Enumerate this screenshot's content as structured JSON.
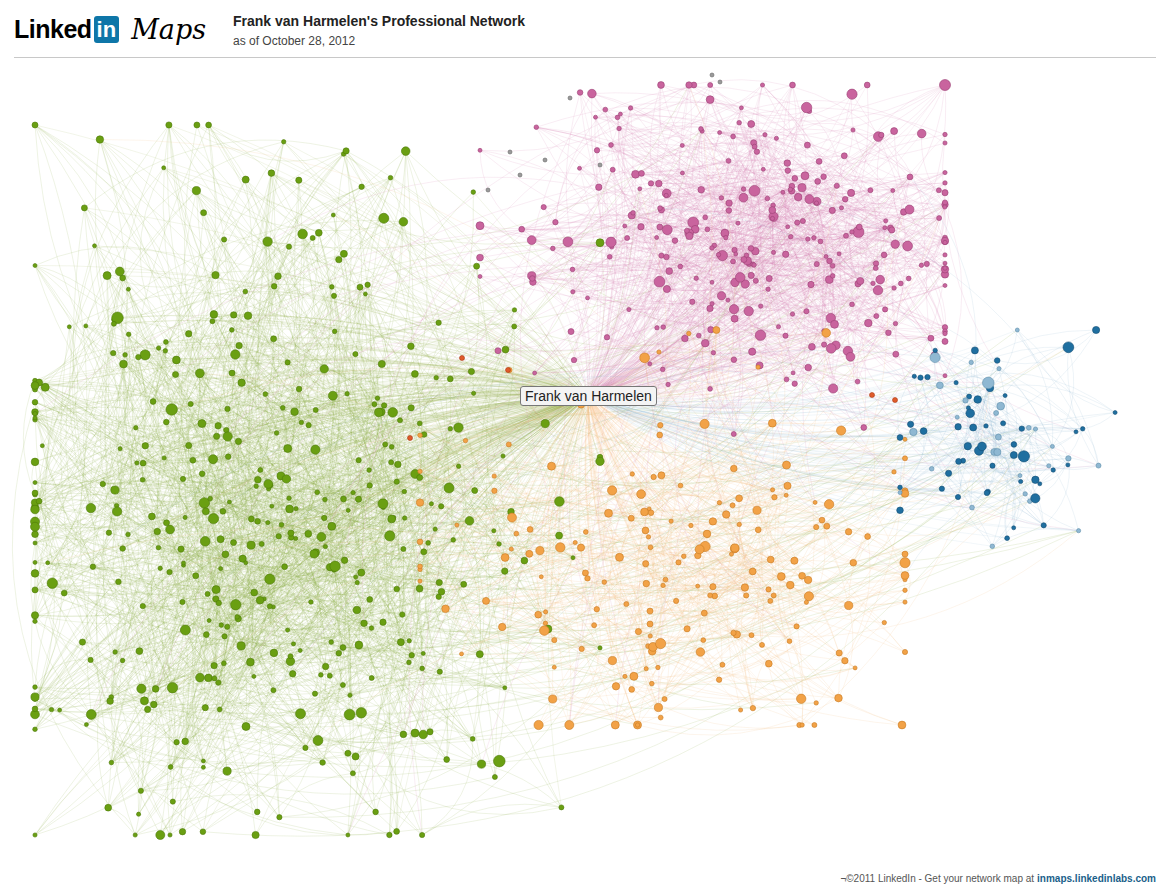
{
  "diagram": {
    "title": "Frank van Harmelen's Professional Network",
    "nodes": [
      {
        "text": [
          "Frank van Harmelen"
        ]
      }
    ],
    "labels": [
      "Linked",
      "in",
      "Maps",
      "as of October 28, 2012",
      "¬©2011 LinkedIn - Get your network map at",
      "inmaps.linkedinlabs.com"
    ]
  }
}
